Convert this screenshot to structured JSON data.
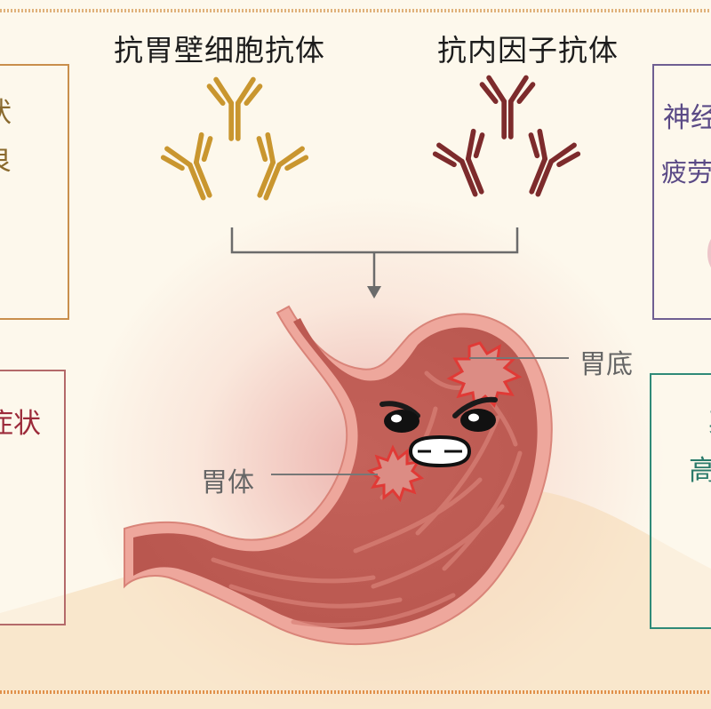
{
  "headings": {
    "left": "抗胃壁细胞抗体",
    "right": "抗内因子抗体"
  },
  "antibody_groups": [
    {
      "name": "parietal-cell-antibodies",
      "color": "#c9962f",
      "count": 3
    },
    {
      "name": "intrinsic-factor-antibodies",
      "color": "#7d2b2c",
      "count": 3
    }
  ],
  "anatomy_labels": {
    "fundus": "胃底",
    "body": "胃体"
  },
  "side_boxes": {
    "left_top": {
      "line1": "状",
      "line2": "良",
      "border_color": "#c98f4c"
    },
    "left_bottom": {
      "line1": "症状",
      "border_color": "#b46a6a"
    },
    "right_top": {
      "line1": "神经",
      "line2": "疲劳",
      "border_color": "#6f5f92"
    },
    "right_bottom": {
      "line1": "其",
      "line2": "高",
      "border_color": "#2f8a78"
    }
  },
  "colors": {
    "background": "#fdf8ec",
    "stomach_tissue": "#c96a62",
    "stomach_wall": "#eea79c",
    "inflammation": "#e03a36",
    "connector": "#6b6b6b"
  }
}
